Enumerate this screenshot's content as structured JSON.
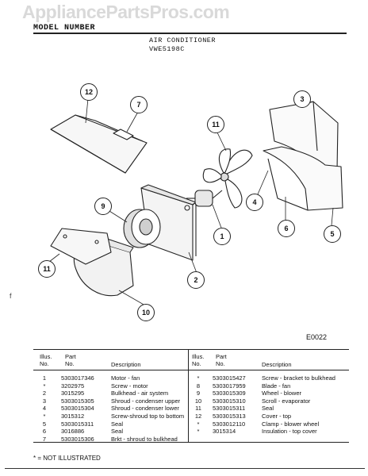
{
  "watermark": "AppliancePartsPros.com",
  "header": "MODEL NUMBER",
  "title": {
    "line1": "AIR CONDITIONER",
    "line2": "VWE5198C"
  },
  "diagram_code": "E0022",
  "callouts": [
    "12",
    "7",
    "11",
    "3",
    "9",
    "1",
    "4",
    "6",
    "5",
    "2",
    "11",
    "10"
  ],
  "table": {
    "headers": {
      "illus": "Illus.\nNo.",
      "part": "Part\nNo.",
      "desc": "Description"
    },
    "left": [
      {
        "illus": "1",
        "part": "5303017346",
        "desc": "Motor - fan"
      },
      {
        "illus": "*",
        "part": "3202975",
        "desc": "Screw - motor"
      },
      {
        "illus": "2",
        "part": "3015295",
        "desc": "Bulkhead - air system"
      },
      {
        "illus": "3",
        "part": "5303015305",
        "desc": "Shroud - condenser upper"
      },
      {
        "illus": "4",
        "part": "5303015304",
        "desc": "Shroud - condenser lower"
      },
      {
        "illus": "*",
        "part": "3015312",
        "desc": "Screw-shroud top to bottom"
      },
      {
        "illus": "5",
        "part": "5303015311",
        "desc": "Seal"
      },
      {
        "illus": "6",
        "part": "3016886",
        "desc": "Seal"
      },
      {
        "illus": "7",
        "part": "5303015306",
        "desc": "Brkt - shroud to bulkhead"
      }
    ],
    "right": [
      {
        "illus": "*",
        "part": "5303015427",
        "desc": "Screw - bracket to bulkhead"
      },
      {
        "illus": "8",
        "part": "5303017959",
        "desc": "Blade - fan"
      },
      {
        "illus": "9",
        "part": "5303015309",
        "desc": "Wheel - blower"
      },
      {
        "illus": "10",
        "part": "5303015310",
        "desc": "Scroll - evaporator"
      },
      {
        "illus": "11",
        "part": "5303015311",
        "desc": "Seal"
      },
      {
        "illus": "12",
        "part": "5303015313",
        "desc": "Cover - top"
      },
      {
        "illus": "*",
        "part": "5303012110",
        "desc": "Clamp - blower wheel"
      },
      {
        "illus": "*",
        "part": "3015314",
        "desc": "Insulation - top cover"
      }
    ]
  },
  "footnote": "* = NOT ILLUSTRATED",
  "margin_mark": "f"
}
